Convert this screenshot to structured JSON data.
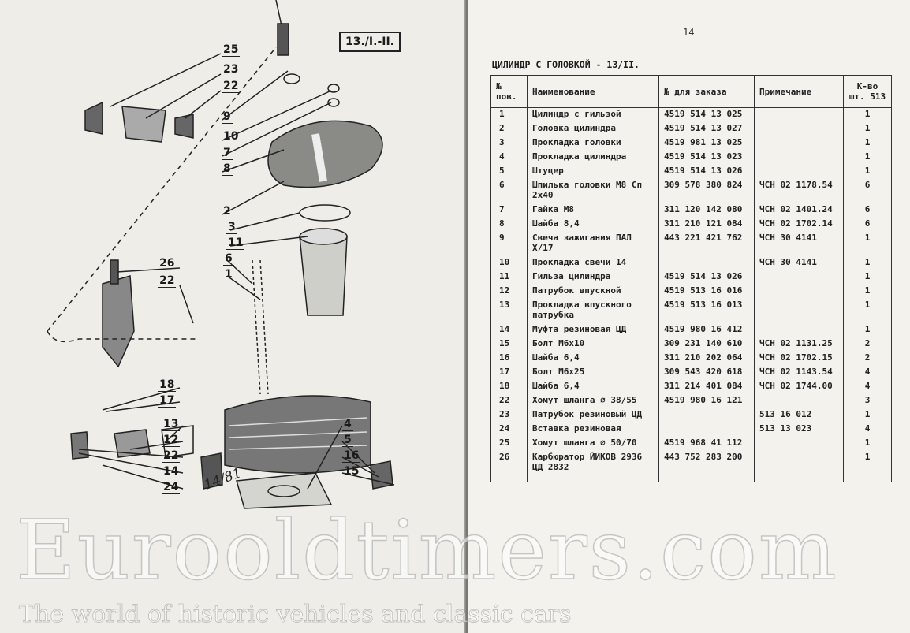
{
  "left_page": {
    "figure_label": "13./I.-II.",
    "handwritten_note": "14/81",
    "callouts": [
      "25",
      "23",
      "22",
      "9",
      "10",
      "7",
      "8",
      "2",
      "3",
      "11",
      "6",
      "1",
      "26",
      "22",
      "18",
      "17",
      "13",
      "12",
      "22",
      "14",
      "24",
      "4",
      "5",
      "16",
      "15"
    ]
  },
  "right_page": {
    "page_number": "14",
    "title": "ЦИЛИНДР С ГОЛОВКОЙ - 13/II.",
    "headers": [
      "№ пов.",
      "Наименование",
      "№ для заказа",
      "Примечание",
      "К-во шт. 513"
    ],
    "rows": [
      [
        "1",
        "Цилиндр с гильзой",
        "4519 514 13 025",
        "",
        "1"
      ],
      [
        "2",
        "Головка цилиндра",
        "4519 514 13 027",
        "",
        "1"
      ],
      [
        "3",
        "Прокладка головки",
        "4519 981 13 025",
        "",
        "1"
      ],
      [
        "4",
        "Прокладка цилиндра",
        "4519 514 13 023",
        "",
        "1"
      ],
      [
        "5",
        "Штуцер",
        "4519 514 13 026",
        "",
        "1"
      ],
      [
        "6",
        "Шпилька головки М8 Сп 2х40",
        "309 578 380 824",
        "ЧСН 02 1178.54",
        "6"
      ],
      [
        "7",
        "Гайка М8",
        "311 120 142 080",
        "ЧСН 02 1401.24",
        "6"
      ],
      [
        "8",
        "Шайба 8,4",
        "311 210 121 084",
        "ЧСН 02 1702.14",
        "6"
      ],
      [
        "9",
        "Свеча зажигания ПАЛ Х/17",
        "443 221 421 762",
        "ЧСН 30 4141",
        "1"
      ],
      [
        "10",
        "Прокладка свечи 14",
        "",
        "ЧСН 30 4141",
        "1"
      ],
      [
        "11",
        "Гильза цилиндра",
        "4519 514 13 026",
        "",
        "1"
      ],
      [
        "12",
        "Патрубок впускной",
        "4519 513 16 016",
        "",
        "1"
      ],
      [
        "13",
        "Прокладка впускного патрубка",
        "4519 513 16 013",
        "",
        "1"
      ],
      [
        "14",
        "Муфта резиновая ЦД",
        "4519 980 16 412",
        "",
        "1"
      ],
      [
        "15",
        "Болт М6х10",
        "309 231 140 610",
        "ЧСН 02 1131.25",
        "2"
      ],
      [
        "16",
        "Шайба 6,4",
        "311 210 202 064",
        "ЧСН 02 1702.15",
        "2"
      ],
      [
        "17",
        "Болт М6х25",
        "309 543 420 618",
        "ЧСН 02 1143.54",
        "4"
      ],
      [
        "18",
        "Шайба 6,4",
        "311 214 401 084",
        "ЧСН 02 1744.00",
        "4"
      ],
      [
        "22",
        "Хомут шланга ⌀ 38/55",
        "4519 980 16 121",
        "",
        "3"
      ],
      [
        "23",
        "Патрубок резиновый ЦД",
        "",
        "513 16 012",
        "1"
      ],
      [
        "24",
        "Вставка резиновая",
        "",
        "513 13 023",
        "4"
      ],
      [
        "25",
        "Хомут шланга ⌀ 50/70",
        "4519 968 41 112",
        "",
        "1"
      ],
      [
        "26",
        "Карбюратор ЙИКОВ 2936 ЦД 2832",
        "443 752 283 200",
        "",
        "1"
      ]
    ]
  },
  "watermark": {
    "brand": "Eurooldtimers.com",
    "tagline": "The world of historic vehicles and classic cars"
  }
}
